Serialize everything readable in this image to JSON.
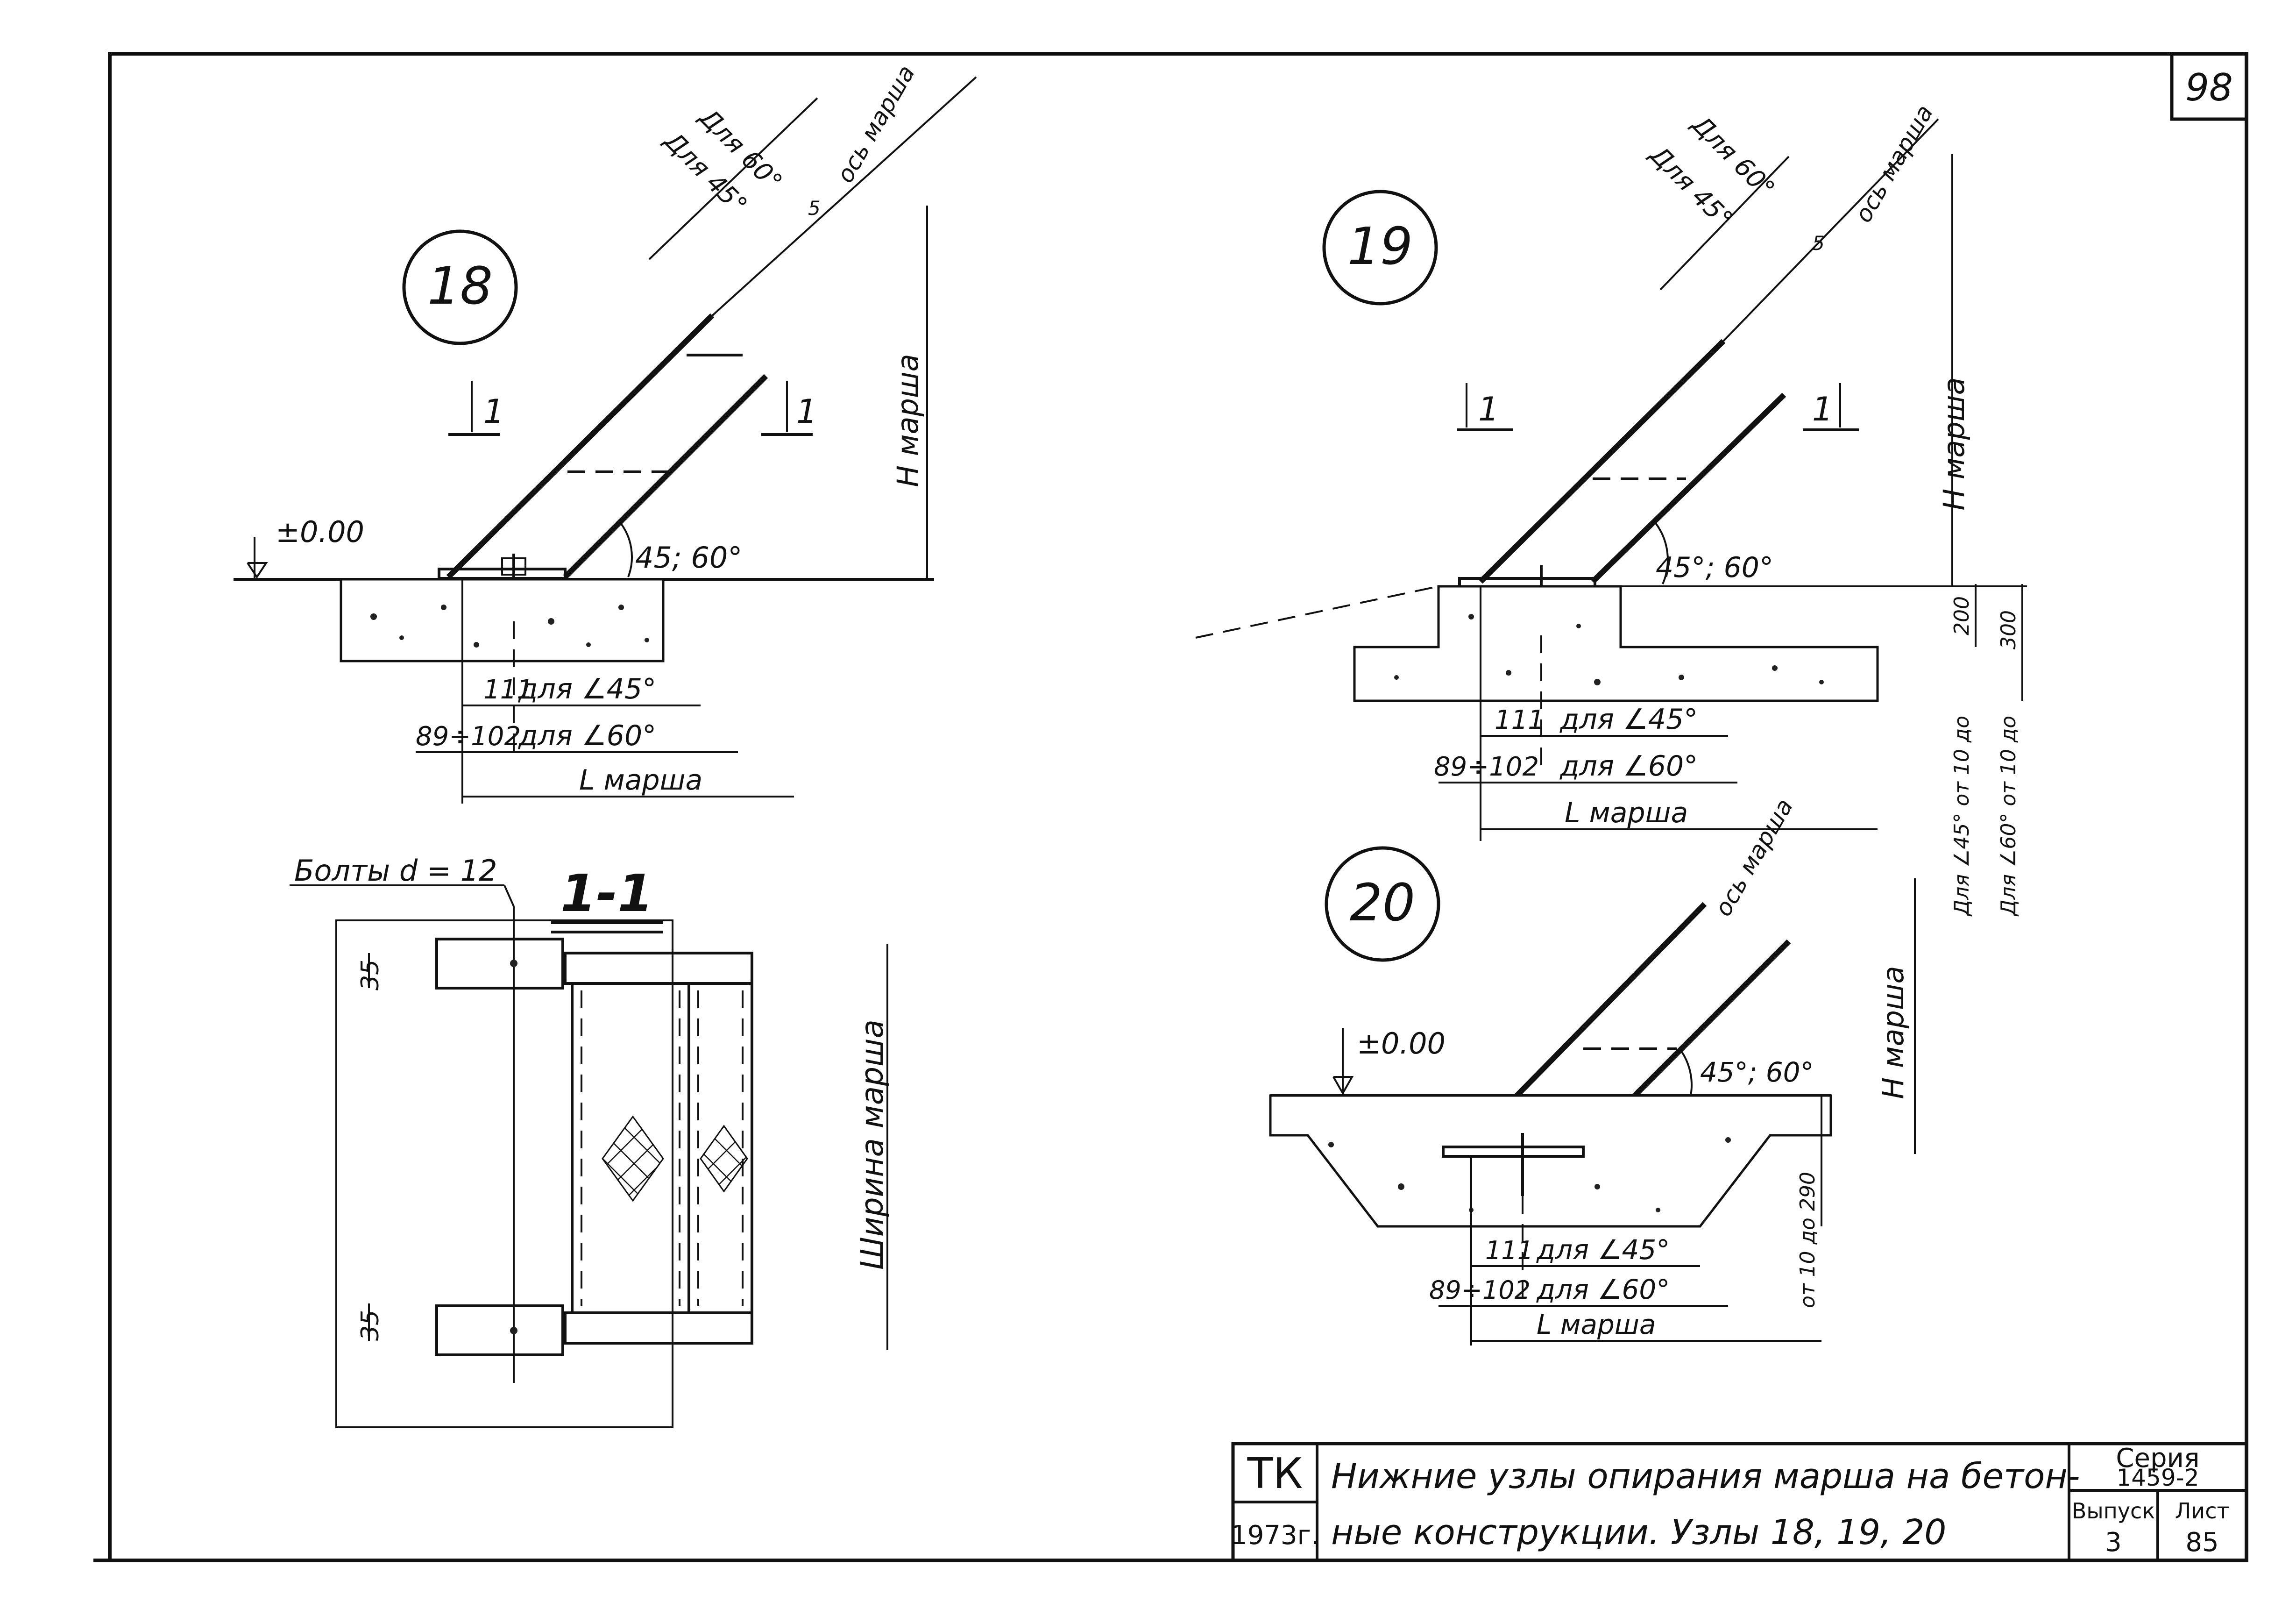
{
  "sheet": {
    "page_number": "98",
    "colors": {
      "ink": "#111111",
      "paper": "#ffffff"
    }
  },
  "node18": {
    "id": "18",
    "section_mark": "1",
    "level": "±0.00",
    "angle": "45; 60°",
    "dim_45_label": "для ∠45°",
    "dim_45_value": "111",
    "dim_60_label": "для ∠60°",
    "dim_60_value": "89÷102",
    "length_label": "L марша",
    "height_label": "H марша",
    "for60": "Для 60°",
    "for45": "Для 45°",
    "axis": "ось марша",
    "axis_dim": "5"
  },
  "node19": {
    "id": "19",
    "section_mark": "1",
    "angle": "45°; 60°",
    "dim_45_label": "для ∠45°",
    "dim_45_value": "111",
    "dim_60_label": "для ∠60°",
    "dim_60_value": "89÷102",
    "length_label": "L марша",
    "height_label": "H марша",
    "for60": "Для 60°",
    "for45": "Для 45°",
    "axis": "ось марша",
    "axis_dim": "5",
    "dim_200": "200",
    "dim_300": "300",
    "range45": "Для ∠45° от 10 до",
    "range60": "Для ∠60° от 10 до"
  },
  "node20": {
    "id": "20",
    "level": "±0.00",
    "angle": "45°; 60°",
    "dim_45_label": "для ∠45°",
    "dim_45_value": "111",
    "dim_60_label": "для ∠60°",
    "dim_60_value": "89÷102",
    "length_label": "L марша",
    "height_label": "H марша",
    "axis": "ось марша",
    "depth_label": "от 10 до 290"
  },
  "section": {
    "title": "1-1",
    "bolts": "Болты d = 12",
    "width_label": "Ширина марша",
    "dim_top": "35",
    "dim_bottom": "35"
  },
  "title_block": {
    "org": "ТК",
    "year": "1973г.",
    "title_line1": "Нижние узлы опирания марша на бетон-",
    "title_line2": "ные конструкции. Узлы 18, 19, 20",
    "series_label": "Серия",
    "series_value": "1459-2",
    "issue_label": "Выпуск",
    "issue_value": "3",
    "sheet_label": "Лист",
    "sheet_value": "85"
  }
}
